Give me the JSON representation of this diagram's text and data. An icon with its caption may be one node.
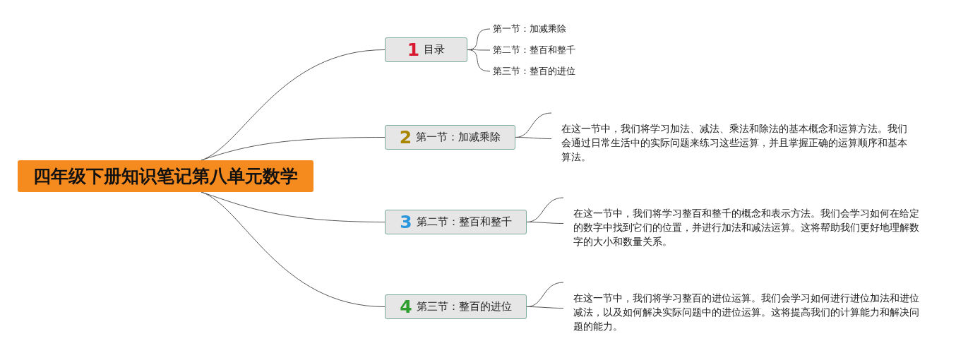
{
  "diagram": {
    "nodes": [
      {
        "text": [
          "四年级下册知识笔记第八单元数学"
        ]
      },
      {
        "text": [
          "1",
          "目录"
        ]
      },
      {
        "text": [
          "第一节：加减乘除"
        ]
      },
      {
        "text": [
          "第二节：整百和整千"
        ]
      },
      {
        "text": [
          "第三节：整百的进位"
        ]
      },
      {
        "text": [
          "2",
          "第一节：加减乘除"
        ]
      },
      {
        "text": [
          "在这一节中，我们将学习加法、减法、乘法和除法的基本概念和运算方法。我们会通过日常生活中的实际问题来练习这些运算，并且掌握正确的运算顺序和基本算法。"
        ]
      },
      {
        "text": [
          "3",
          "第二节：整百和整千"
        ]
      },
      {
        "text": [
          "在这一节中，我们将学习整百和整千的概念和表示方法。我们会学习如何在给定的数字中找到它们的位置，并进行加法和减法运算。这将帮助我们更好地理解数字的大小和数量关系。"
        ]
      },
      {
        "text": [
          "4",
          "第三节：整百的进位"
        ]
      },
      {
        "text": [
          "在这一节中，我们将学习整百的进位运算。我们会学习如何进行进位加法和进位减法，以及如何解决实际问题中的进位运算。这将提高我们的计算能力和解决问题的能力。"
        ]
      }
    ],
    "edges": [
      {
        "from": 0,
        "to": 1,
        "arrow": "none"
      },
      {
        "from": 0,
        "to": 5,
        "arrow": "none"
      },
      {
        "from": 0,
        "to": 7,
        "arrow": "none"
      },
      {
        "from": 0,
        "to": 9,
        "arrow": "none"
      },
      {
        "from": 1,
        "to": 2,
        "arrow": "none"
      },
      {
        "from": 1,
        "to": 3,
        "arrow": "none"
      },
      {
        "from": 1,
        "to": 4,
        "arrow": "none"
      },
      {
        "from": 5,
        "to": 6,
        "arrow": "none"
      },
      {
        "from": 7,
        "to": 8,
        "arrow": "none"
      },
      {
        "from": 9,
        "to": 10,
        "arrow": "none"
      }
    ]
  }
}
